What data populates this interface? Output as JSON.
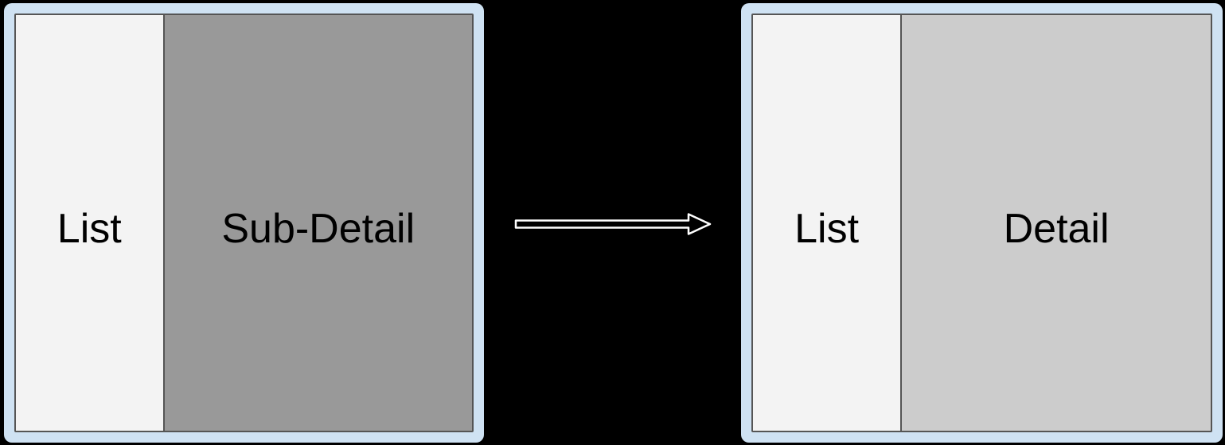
{
  "page": {
    "background": "#000000"
  },
  "colors": {
    "frame_border": "#cfe2f3",
    "panel_outline": "#555555",
    "list_panel_bg": "#f3f3f3",
    "sub_detail_panel_bg": "#999999",
    "detail_panel_bg": "#cccccc",
    "label_color": "#000000",
    "arrow_stroke": "#ffffff",
    "arrow_fill": "#000000"
  },
  "before_frame": {
    "list_label": "List",
    "detail_label": "Sub-Detail"
  },
  "after_frame": {
    "list_label": "List",
    "detail_label": "Detail"
  },
  "arrow": {
    "icon": "arrow-right",
    "direction": "right"
  }
}
